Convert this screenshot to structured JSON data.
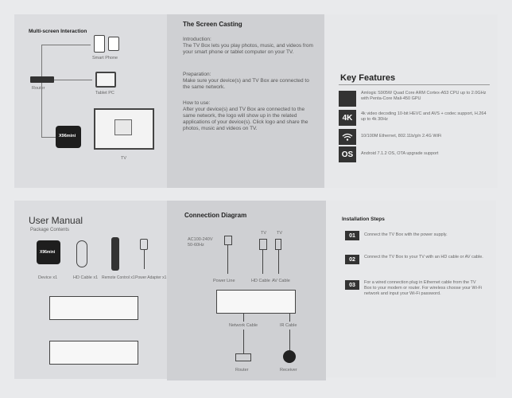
{
  "top": {
    "multi_screen_title": "Multi-screen Interaction",
    "smart_phone": "Smart Phone",
    "tablet_pc": "Tablet PC",
    "router": "Router",
    "tv": "TV",
    "box_logo": "X96mini",
    "screen_casting_title": "The Screen Casting",
    "intro_head": "Introduction:",
    "intro_body": "The TV Box lets you play photos, music, and videos from your smart phone or tablet computer on your TV.",
    "prep_head": "Preparation:",
    "prep_body": "Make sure your device(s) and TV Box are connected to the same network.",
    "howto_head": "How to use:",
    "howto_body": "After your device(s) and TV Box are connected to the same network, the logo will show up in the related applications of your device(s). Click logo and share the photos, music and videos on TV.",
    "key_features_title": "Key Features",
    "features": [
      {
        "badge": "",
        "text": "Amlogic S905W Quad Core ARM Cortex-A53 CPU up to 2.0GHz with Penta-Core Mali-450 GPU"
      },
      {
        "badge": "4K",
        "text": "4k video decoding 10-bit HEVC and AVS + codec support, H.264 up to 4k 30Hz"
      },
      {
        "badge": "",
        "text": "10/100M Ethernet, 802.11b/g/n 2.4G WiFi"
      },
      {
        "badge": "OS",
        "text": "Android 7.1.2 OS, OTA upgrade support"
      }
    ]
  },
  "bottom": {
    "manual_title": "User Manual",
    "package_contents": "Package Contents",
    "device": "Device x1",
    "hd_cable": "HD Cable x1",
    "remote": "Remote Control x1",
    "power_adapter": "Power Adapter x1",
    "connection_title": "Connection Diagram",
    "ac_label": "AC100-240V\n50-60Hz",
    "tv_label_1": "TV",
    "tv_label_2": "TV",
    "power_line": "Power Line",
    "hd_cable_2": "HD Cable",
    "av_cable": "AV Cable",
    "network_cable": "Network Cable",
    "ir_cable": "IR Cable",
    "router": "Router",
    "receiver": "Receiver",
    "install_title": "Installation Steps",
    "steps": [
      {
        "num": "01",
        "text": "Connect the TV Box with the power supply."
      },
      {
        "num": "02",
        "text": "Connect the TV Box to your TV with an HD cable or AV cable."
      },
      {
        "num": "03",
        "text": "For a wired connection plug in Ethernet cable from the TV Box to your modem or router. For wireless choose your Wi-Fi network and input your Wi-Fi password."
      }
    ]
  }
}
